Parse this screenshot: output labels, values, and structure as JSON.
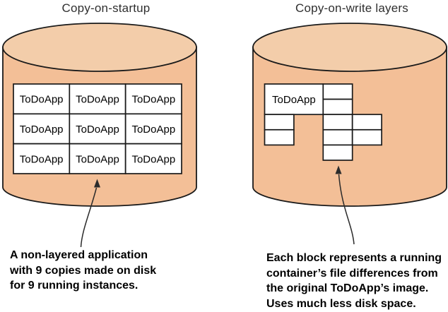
{
  "left_panel": {
    "title": "Copy-on-startup",
    "disk_grid": {
      "rows": 3,
      "cols": 3,
      "cell_label": "ToDoApp",
      "copies_count": 9
    },
    "caption": "A non-layered application\nwith 9 copies made on disk\nfor 9 running instances."
  },
  "right_panel": {
    "title": "Copy-on-write layers",
    "image_block_label": "ToDoApp",
    "layer_blocks": [
      {
        "col": 2,
        "row": 0
      },
      {
        "col": 2,
        "row": 1
      },
      {
        "col": 0,
        "row": 2
      },
      {
        "col": 2,
        "row": 2
      },
      {
        "col": 3,
        "row": 2
      },
      {
        "col": 0,
        "row": 3
      },
      {
        "col": 2,
        "row": 3
      },
      {
        "col": 3,
        "row": 3
      },
      {
        "col": 2,
        "row": 4
      }
    ],
    "caption": "Each block represents a running\ncontainer’s file differences from\nthe original ToDoApp’s image.\nUses much less disk space."
  },
  "colors": {
    "disk_side": "#f3bf97",
    "disk_top": "#f3cdaa",
    "outline": "#1a1a1a",
    "block_fill": "#ffffff",
    "block_border": "#1a1a1a",
    "label_text": "#000000",
    "title_text": "#2f2f2f",
    "caption_text": "#000000",
    "arrow": "#2b2b2b"
  }
}
